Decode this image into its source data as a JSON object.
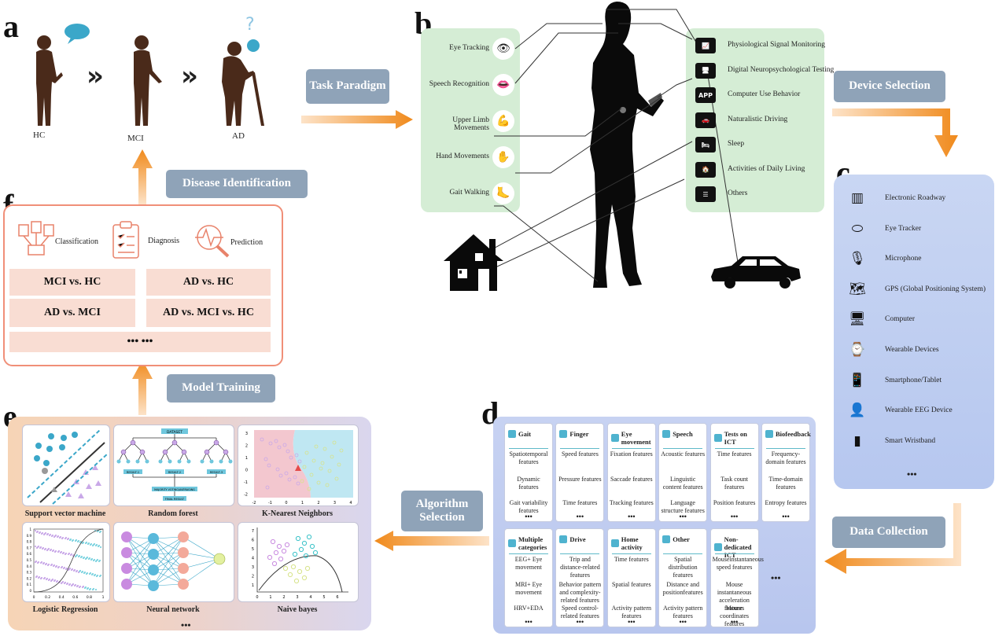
{
  "panels": {
    "a": "a",
    "b": "b",
    "c": "c",
    "d": "d",
    "e": "e",
    "f": "f"
  },
  "stages": {
    "hc": "HC",
    "mci": "MCI",
    "ad": "AD",
    "arrow": "»"
  },
  "pills": {
    "task_paradigm": "Task Paradigm",
    "device_selection": "Device Selection",
    "data_collection": "Data Collection",
    "algorithm_selection": "Algorithm Selection",
    "model_training": "Model Training",
    "disease_identification": "Disease Identification"
  },
  "tasks": [
    {
      "label": "Eye Tracking",
      "icon": "eye-icon"
    },
    {
      "label": "Speech Recognition",
      "icon": "lips-icon"
    },
    {
      "label": "Upper Limb Movements",
      "icon": "arm-icon"
    },
    {
      "label": "Hand Movements",
      "icon": "hand-icon"
    },
    {
      "label": "Gait Walking",
      "icon": "foot-icon"
    }
  ],
  "modalities": [
    {
      "label": "Physiological Signal Monitoring",
      "icon": "monitor-icon"
    },
    {
      "label": "Digital Neuropsychological Testing",
      "icon": "test-screen-icon"
    },
    {
      "label": "Computer Use Behavior",
      "icon": "app-icon",
      "glyph": "APP"
    },
    {
      "label": "Naturalistic Driving",
      "icon": "car-icon"
    },
    {
      "label": "Sleep",
      "icon": "bed-icon"
    },
    {
      "label": "Activities of Daily Living",
      "icon": "home-icon"
    },
    {
      "label": "Others",
      "icon": "document-icon"
    }
  ],
  "devices": [
    {
      "label": "Electronic Roadway",
      "icon": "roadway-icon"
    },
    {
      "label": "Eye Tracker",
      "icon": "eye-tracker-icon"
    },
    {
      "label": "Microphone",
      "icon": "microphone-icon"
    },
    {
      "label": "GPS (Global Positioning System)",
      "icon": "gps-map-icon"
    },
    {
      "label": "Computer",
      "icon": "computer-icon"
    },
    {
      "label": "Wearable Devices",
      "icon": "wearable-icon"
    },
    {
      "label": "Smartphone/Tablet",
      "icon": "smartphone-icon"
    },
    {
      "label": "Wearable EEG Device",
      "icon": "eeg-head-icon"
    },
    {
      "label": "Smart Wristband",
      "icon": "wristband-icon"
    }
  ],
  "ellipsis": "•••",
  "ellipsis_wide": "••• •••",
  "features_row1": [
    {
      "title": "Gait",
      "items": [
        "Spatiotemporal features",
        "Dynamic features",
        "Gait variability features"
      ]
    },
    {
      "title": "Finger",
      "items": [
        "Speed features",
        "Pressure features",
        "Time features"
      ]
    },
    {
      "title": "Eye movement",
      "items": [
        "Fixation features",
        "Saccade features",
        "Tracking features"
      ]
    },
    {
      "title": "Speech",
      "items": [
        "Acoustic features",
        "Linguistic content features",
        "Language structure features"
      ]
    },
    {
      "title": "Tests on ICT",
      "items": [
        "Time features",
        "Task count features",
        "Position features"
      ]
    },
    {
      "title": "Biofeedback",
      "items": [
        "Frequency-domain features",
        "Time-domain features",
        "Entropy features"
      ]
    }
  ],
  "features_row2": [
    {
      "title": "Multiple categories",
      "items": [
        "EEG+ Eye movement",
        "MRI+ Eye movement",
        "HRV+EDA"
      ]
    },
    {
      "title": "Drive",
      "items": [
        "Trip and distance-related features",
        "Behavior pattern and complexity-related features",
        "Speed control-related features"
      ]
    },
    {
      "title": "Home activity",
      "items": [
        "Time features",
        "Spatial features",
        "Activity pattern features"
      ]
    },
    {
      "title": "Other",
      "items": [
        "Spatial distribution features",
        "Distance and positionfeatures",
        "Activity pattern features"
      ]
    },
    {
      "title": "Non-dedicated ICT",
      "items": [
        "Mouseinstantaneous speed features",
        "Mouse instantaneous acceleration features",
        "Mouse coordinates features"
      ]
    }
  ],
  "models": [
    "Support vector machine",
    "Random forest",
    "K-Nearest Neighbors",
    "Logistic Regression",
    "Neural network",
    "Naive bayes"
  ],
  "rf_text": {
    "dataset": "DATASET",
    "result1": "RESULT-1",
    "result2": "RESULT-2",
    "result3": "RESULT-3",
    "voting": "MAJORITY VOTING/AVERAGING",
    "final": "FINAL RESULT"
  },
  "knn_axis": {
    "x": [
      "-2",
      "-1",
      "0",
      "1",
      "2",
      "3",
      "4"
    ],
    "y": [
      "3",
      "2",
      "1",
      "0",
      "-1",
      "-2"
    ]
  },
  "lr_axis": {
    "x": [
      "0",
      "0.2",
      "0.4",
      "0.6",
      "0.8",
      "1"
    ],
    "y": [
      "1",
      "0.9",
      "0.8",
      "0.7",
      "0.6",
      "0.5",
      "0.4",
      "0.3",
      "0.2",
      "0.1",
      "0"
    ]
  },
  "nb_axis": {
    "x": [
      "0",
      "1",
      "2",
      "3",
      "4",
      "5",
      "6"
    ],
    "y": [
      "7",
      "6",
      "5",
      "4",
      "3",
      "2",
      "1"
    ]
  },
  "identification": {
    "classification": "Classification",
    "diagnosis": "Diagnosis",
    "prediction": "Prediction",
    "comparisons": [
      "MCI vs. HC",
      "AD vs. HC",
      "AD vs. MCI",
      "AD vs. MCI vs. HC"
    ]
  },
  "colors": {
    "pill": "#8fa3b8",
    "arrow": "#f2a14a",
    "green_panel": "#d5edd5",
    "blue_panel": "#c9d6f3",
    "salmon": "#f9ddd3",
    "border_f": "#f08f78",
    "silhouette": "#4a2a1a"
  }
}
